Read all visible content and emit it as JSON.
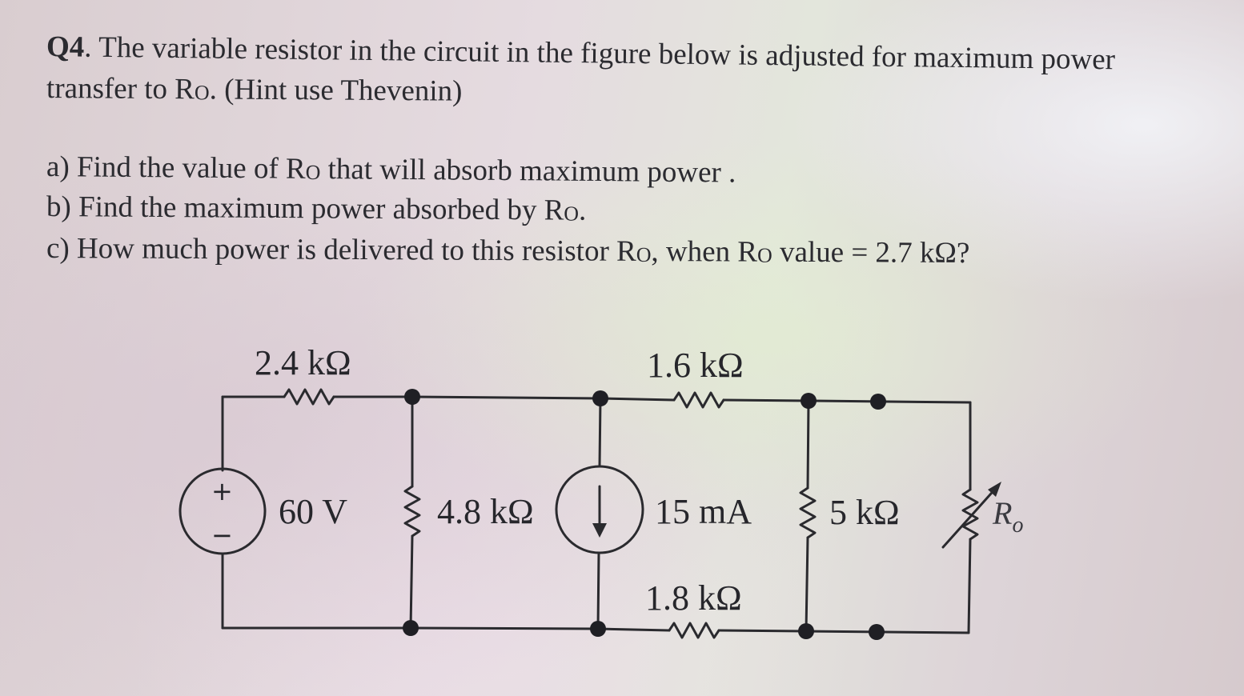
{
  "question": {
    "number": "Q4",
    "line1_rest": ". The variable resistor in the circuit in the figure below is adjusted for maximum power",
    "line2_a": "transfer to R",
    "line2_sub": "O",
    "line2_b": ".  (Hint  use Thevenin)"
  },
  "parts": [
    {
      "a": "a) Find the value of R",
      "sub": "O",
      "b": " that will absorb maximum power ."
    },
    {
      "a": "b) Find the maximum power absorbed by  R",
      "sub": "O",
      "b": "."
    },
    {
      "a": "c) How much power is delivered to this resistor R",
      "sub1": "O",
      "mid": ", when R",
      "sub2": "O",
      "b": " value = 2.7 kΩ?"
    }
  ],
  "circuit": {
    "r1_label": "2.4 kΩ",
    "r2_label": "1.6 kΩ",
    "source_voltage": "60 V",
    "source_plus": "+",
    "source_minus": "−",
    "r3_label": "4.8 kΩ",
    "current_source": "15 mA",
    "r4_label": "1.8 kΩ",
    "r5_label": "5 kΩ",
    "ro_label": "R",
    "ro_sub": "o"
  },
  "colors": {
    "ink": "#2b2b30",
    "wire": "#2a2a2e",
    "background": "#dcd3d5"
  }
}
